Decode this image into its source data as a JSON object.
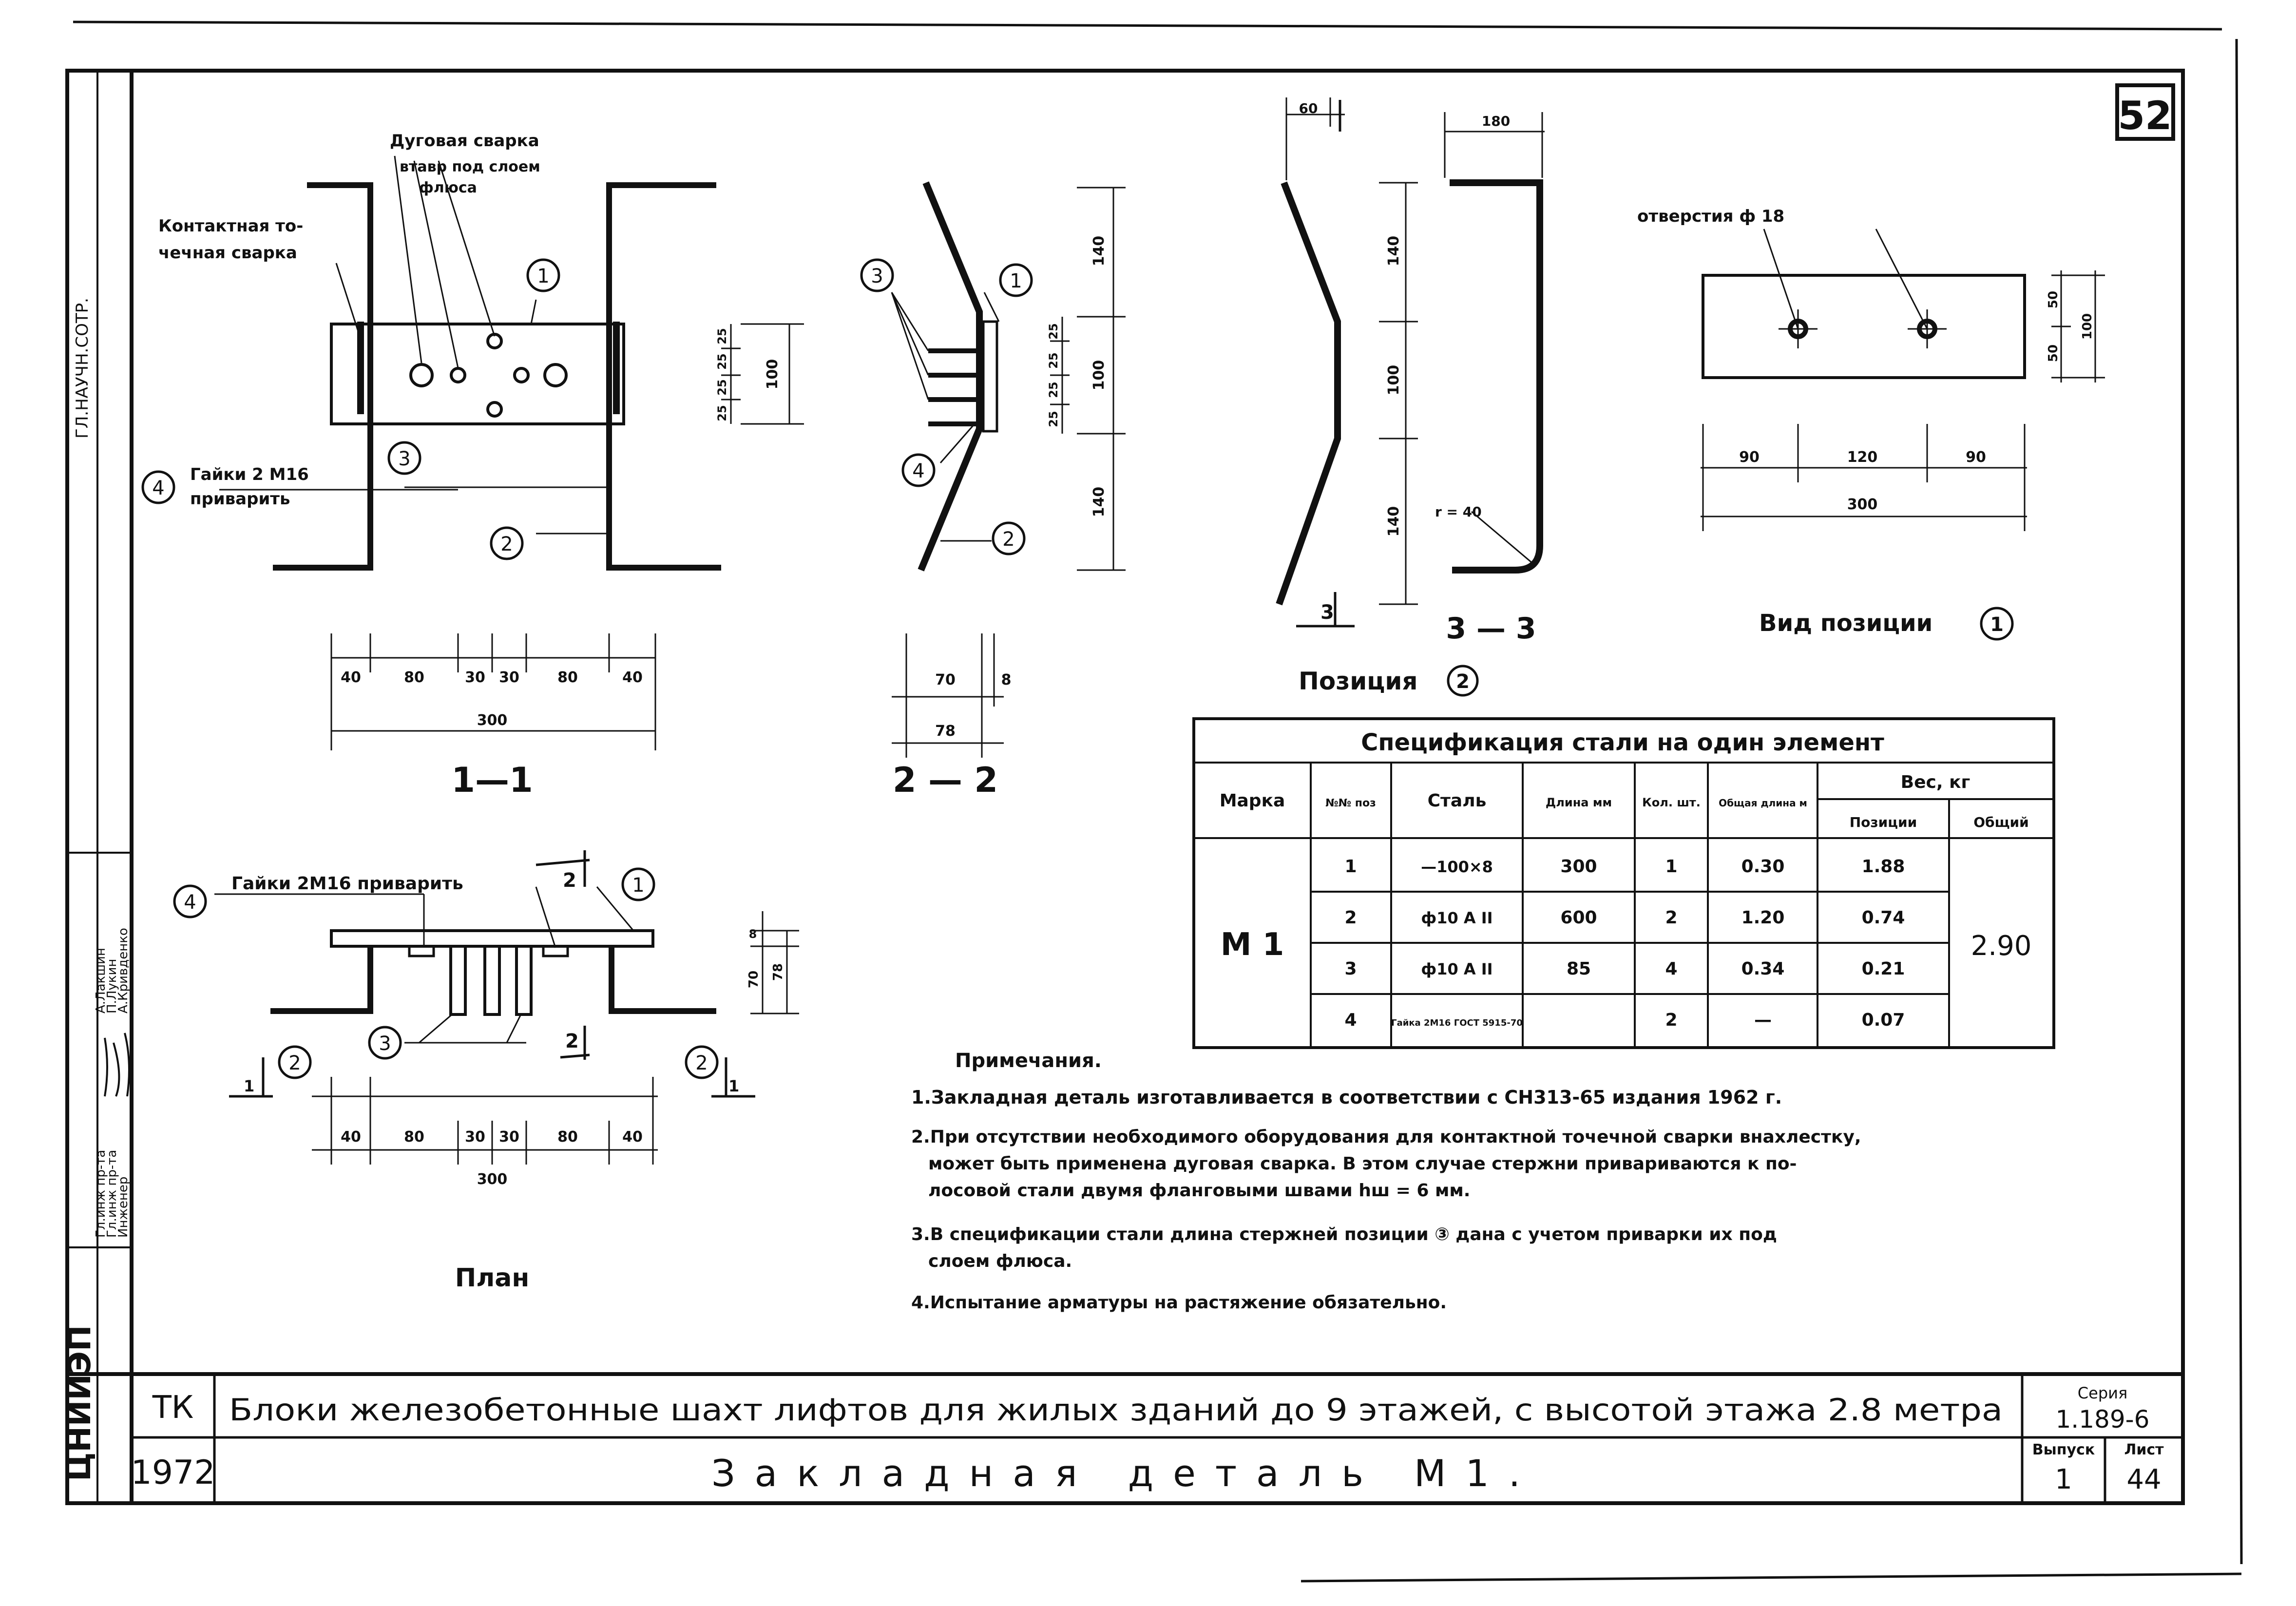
{
  "sheet_number": "52",
  "view_1_1": {
    "label_arc_weld": "Дуговая сварка",
    "label_arc_weld_sub1": "втавр под слоем",
    "label_arc_weld_sub2": "флюса",
    "label_contact_weld_1": "Контактная то-",
    "label_contact_weld_2": "чечная сварка",
    "label_nuts_1": "Гайки 2 М16",
    "label_nuts_2": "приварить",
    "callouts": [
      "1",
      "2",
      "3",
      "4"
    ],
    "dims_top": [
      "40",
      "80",
      "30",
      "30",
      "80",
      "40"
    ],
    "dim_total": "300",
    "dims_side": [
      "25",
      "25",
      "25",
      "25"
    ],
    "dim_side_total": "100",
    "title": "1—1"
  },
  "view_2_2": {
    "callouts": [
      "1",
      "2",
      "3",
      "4"
    ],
    "dims_side": [
      "140",
      "100",
      "140"
    ],
    "dims_small": [
      "25",
      "25",
      "25",
      "25"
    ],
    "dim_bottom_1": "70",
    "dim_bottom_2": "8",
    "dim_bottom_total": "78",
    "title": "2 — 2"
  },
  "position_2": {
    "dim_top": "60",
    "dims_side": [
      "140",
      "100",
      "140"
    ],
    "title": "Позиция",
    "callout": "2",
    "section_mark": "3"
  },
  "view_3_3": {
    "dim_top": "180",
    "radius": "r = 40",
    "title": "3 — 3"
  },
  "position_1_view": {
    "label_holes": "отверстия ф 18",
    "dims_bottom": [
      "90",
      "120",
      "90"
    ],
    "dim_total": "300",
    "dims_side": [
      "50",
      "50"
    ],
    "dim_side_total": "100",
    "title": "Вид позиции",
    "callout": "1"
  },
  "plan": {
    "label_nuts": "Гайки 2М16 приварить",
    "section_mark_top": "2",
    "section_mark_bottom": "2",
    "section_mark_left": "1",
    "section_mark_right": "1",
    "callouts": [
      "1",
      "2",
      "2",
      "3",
      "4"
    ],
    "dims_bottom": [
      "40",
      "80",
      "30",
      "30",
      "80",
      "40"
    ],
    "dim_total": "300",
    "dims_side_1": "8",
    "dims_side_2": "70",
    "dims_side_total": "78",
    "title": "План"
  },
  "spec_table": {
    "title": "Спецификация стали на один элемент",
    "headers": {
      "mark": "Марка",
      "pos": "№№ поз",
      "steel": "Сталь",
      "length": "Длина мм",
      "qty": "Кол. шт.",
      "total_length": "Общая длина м",
      "weight": "Вес, кг",
      "weight_pos": "Позиции",
      "weight_total": "Общий"
    },
    "mark": "М 1",
    "total_weight": "2.90",
    "rows": [
      {
        "pos": "1",
        "steel": "—100×8",
        "length": "300",
        "qty": "1",
        "total_length": "0.30",
        "weight": "1.88"
      },
      {
        "pos": "2",
        "steel": "ф10 А II",
        "length": "600",
        "qty": "2",
        "total_length": "1.20",
        "weight": "0.74"
      },
      {
        "pos": "3",
        "steel": "ф10 А II",
        "length": "85",
        "qty": "4",
        "total_length": "0.34",
        "weight": "0.21"
      },
      {
        "pos": "4",
        "steel": "Гайка 2М16 ГОСТ 5915-70",
        "length": "",
        "qty": "2",
        "total_length": "—",
        "weight": "0.07"
      }
    ]
  },
  "notes": {
    "heading": "Примечания.",
    "items": [
      "1.Закладная деталь изготавливается в соответствии с СН313-65 издания 1962 г.",
      "2.При отсутствии необходимого оборудования для контактной точечной сварки внахлестку,",
      "может быть применена дуговая сварка. В этом случае стержни привариваются к по-",
      "лосовой стали двумя фланговыми швами hш = 6 мм.",
      "3.В спецификации стали длина стержней позиции ③ дана с учетом приварки их под",
      "слоем флюса.",
      "4.Испытание арматуры на растяжение обязательно."
    ]
  },
  "title_block": {
    "org": "ТК",
    "year": "1972",
    "title_line": "Блоки железобетонные шахт лифтов для жилых зданий до 9 этажей, с высотой этажа 2.8 метра",
    "subtitle": "Закладная деталь М1.",
    "series_label": "Серия",
    "series_value": "1.189-6",
    "issue_label": "Выпуск",
    "issue_value": "1",
    "sheet_label": "Лист",
    "sheet_value": "44"
  },
  "side_stamp": {
    "institute": "ЦНИИЭП",
    "rows": [
      "Гл.инж пр-та",
      "Гл.инж пр-та",
      "Инженер"
    ],
    "names": [
      "А.Лакшин",
      "П.Лукин",
      "А.Кривденко"
    ],
    "top_text": "ГЛ.НАУЧН.СОТР."
  }
}
